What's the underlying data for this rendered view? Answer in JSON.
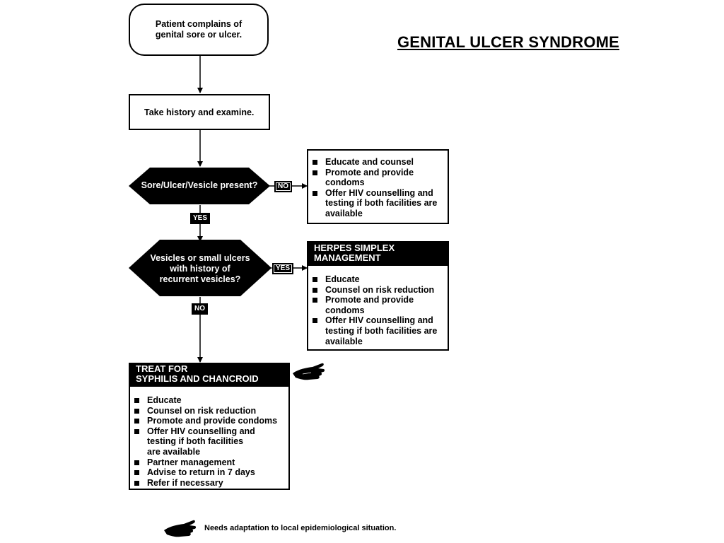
{
  "title": "GENITAL ULCER SYNDROME",
  "start": {
    "line1": "Patient complains of",
    "line2": "genital sore or ulcer."
  },
  "history": {
    "label": "Take history and examine."
  },
  "decision1": {
    "label": "Sore/Ulcer/Vesicle present?",
    "no_label": "NO",
    "yes_label": "YES"
  },
  "no_action_box": {
    "items": [
      "Educate and counsel",
      "Promote and provide condoms",
      "Offer HIV counselling and testing if both facilities are available"
    ]
  },
  "decision2": {
    "line1": "Vesicles or small ulcers",
    "line2": "with history of",
    "line3": "recurrent vesicles?",
    "yes_label": "YES",
    "no_label": "NO"
  },
  "herpes_box": {
    "header_line1": "HERPES SIMPLEX",
    "header_line2": "MANAGEMENT",
    "items": [
      "Educate",
      "Counsel on risk reduction",
      "Promote and provide condoms",
      "Offer HIV counselling and testing if both facilities are available"
    ]
  },
  "treat_box": {
    "header_line1": "TREAT FOR",
    "header_line2": "SYPHILIS AND CHANCROID",
    "items": [
      "Educate",
      "Counsel on risk reduction",
      "Promote and provide condoms",
      "Offer HIV counselling and testing if both facilities are available",
      "Partner management",
      "Advise to return in 7 days",
      "Refer if necessary"
    ]
  },
  "footnote": {
    "text": "Needs adaptation to local epidemiological situation.",
    "icon": "pointing-hand-icon"
  }
}
